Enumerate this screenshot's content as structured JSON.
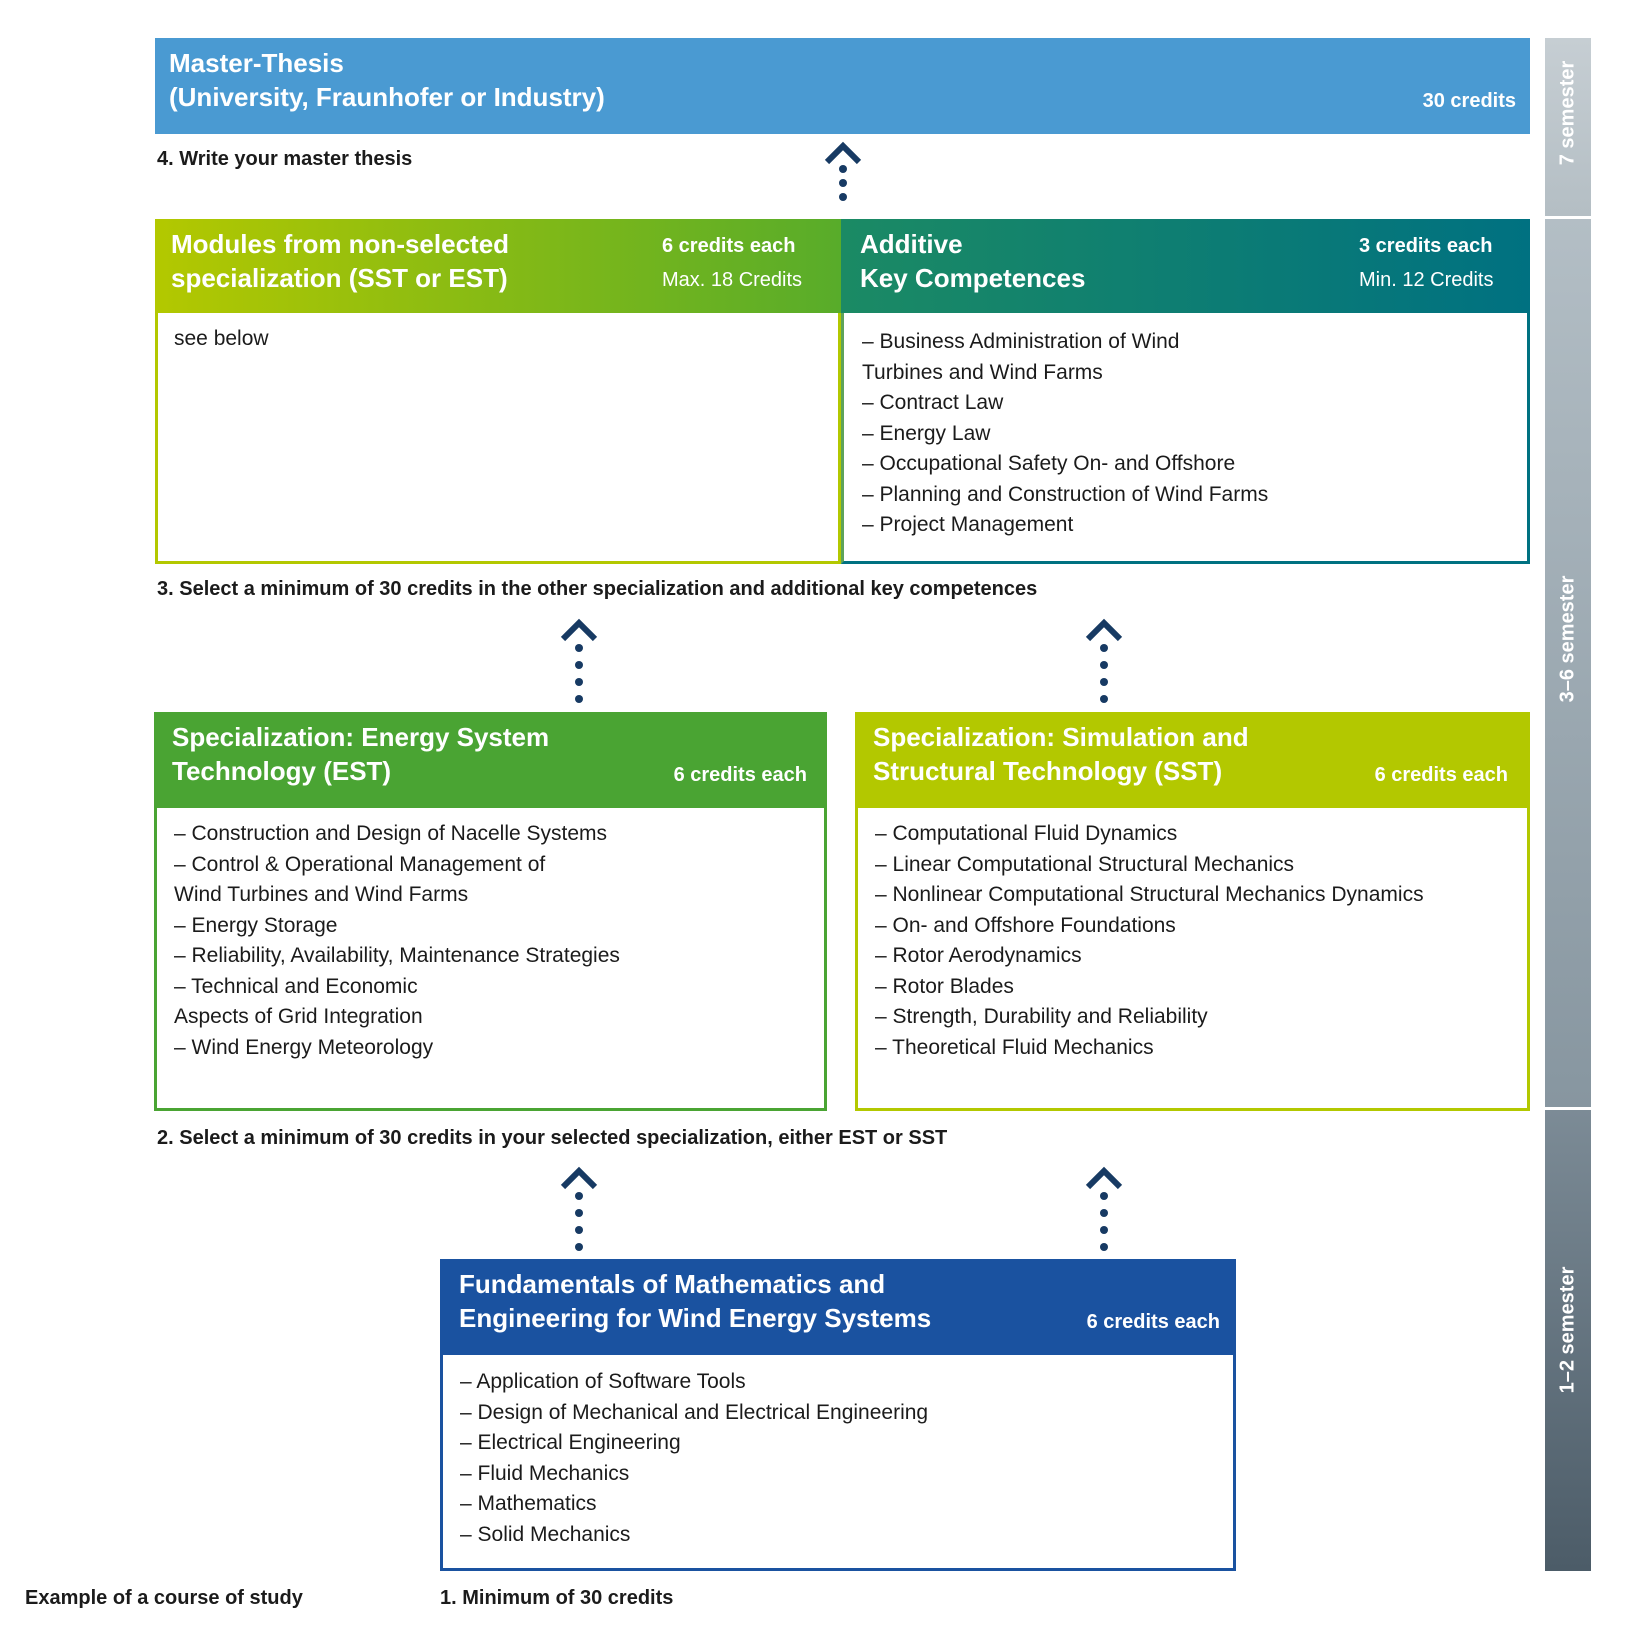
{
  "thesis": {
    "title": "Master-Thesis\n(University, Fraunhofer or Industry)",
    "credits": "30 credits",
    "color": "#4a9ad2"
  },
  "step4": "4. Write your master thesis",
  "nonselected": {
    "title": "Modules from non-selected\nspecialization (SST or EST)",
    "credits_line1": "6 credits each",
    "credits_line2": "Max. 18 Credits",
    "body": "see below"
  },
  "additive": {
    "title": "Additive\nKey Competences",
    "credits_line1": "3 credits each",
    "credits_line2": "Min. 12 Credits",
    "items": [
      "– Business Administration of Wind\n   Turbines and Wind Farms",
      "– Contract Law",
      "– Energy Law",
      "– Occupational Safety On- and Offshore",
      "– Planning and Construction of Wind Farms",
      "– Project Management"
    ]
  },
  "step3": "3. Select a minimum of 30 credits in the other specialization and additional key competences",
  "est": {
    "title": "Specialization: Energy System\nTechnology (EST)",
    "credits": "6 credits each",
    "color": "#4aa433",
    "items": [
      "– Construction and Design of Nacelle Systems",
      "– Control & Operational Management of\n   Wind Turbines and Wind Farms",
      "– Energy Storage",
      "– Reliability, Availability, Maintenance Strategies",
      "– Technical and Economic\n   Aspects of Grid Integration",
      "– Wind Energy Meteorology"
    ]
  },
  "sst": {
    "title": "Specialization: Simulation and\nStructural Technology (SST)",
    "credits": "6 credits each",
    "color": "#b3c800",
    "items": [
      "– Computational Fluid Dynamics",
      "– Linear Computational Structural Mechanics",
      "– Nonlinear Computational Structural Mechanics Dynamics",
      "– On- and Offshore Foundations",
      "– Rotor Aerodynamics",
      "– Rotor Blades",
      "– Strength, Durability and Reliability",
      "– Theoretical Fluid Mechanics"
    ]
  },
  "step2": "2. Select a minimum of 30 credits in your selected specialization, either EST or SST",
  "fundamentals": {
    "title": "Fundamentals of Mathematics and\nEngineering for Wind Energy Systems",
    "credits": "6 credits each",
    "color": "#1a52a0",
    "items": [
      "– Application of Software Tools",
      "– Design of Mechanical and Electrical Engineering",
      "– Electrical Engineering",
      "– Fluid Mechanics",
      "– Mathematics",
      "– Solid Mechanics"
    ]
  },
  "step1": "1. Minimum of 30 credits",
  "caption": "Example of a course of study",
  "semesters": {
    "s7": "7 semester",
    "s36": "3–6 semester",
    "s12": "1–2 semester"
  },
  "arrow_color": "#173a63"
}
